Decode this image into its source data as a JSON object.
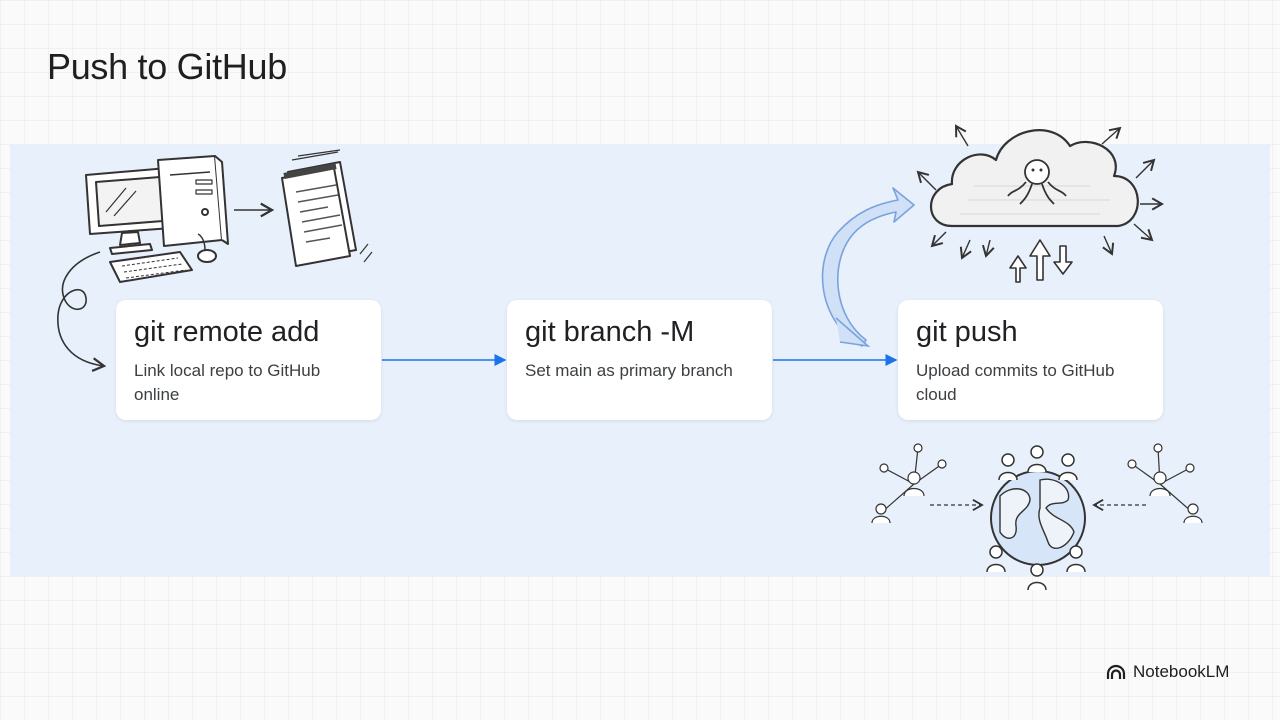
{
  "title": "Push to GitHub",
  "steps": [
    {
      "command": "git remote add",
      "description": "Link local repo to GitHub online"
    },
    {
      "command": "git branch -M",
      "description": "Set main as primary branch"
    },
    {
      "command": "git push",
      "description": "Upload commits to GitHub cloud"
    }
  ],
  "brand": {
    "name": "NotebookLM",
    "icon": "notebooklm-logo-icon"
  },
  "colors": {
    "band": "#e8f0fb",
    "accent": "#1a73e8",
    "card": "#ffffff"
  },
  "icons": [
    "desktop-computer-icon",
    "notepad-icon",
    "github-cloud-icon",
    "globe-community-icon"
  ]
}
